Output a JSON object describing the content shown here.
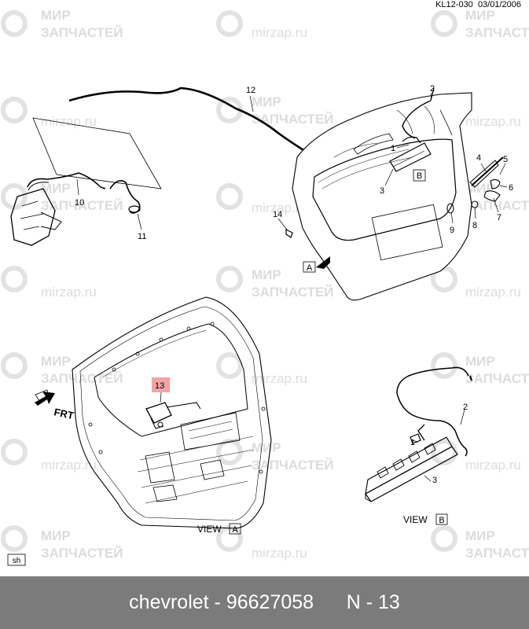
{
  "header": {
    "ref_code": "KL12-030",
    "date": "03/01/2006"
  },
  "watermark": {
    "brand_line1": "МИР",
    "brand_line2": "ЗАПЧАСТЕЙ",
    "site": "mirzap.ru"
  },
  "callouts": {
    "c1_top": "1",
    "c2_top": "2",
    "c3_top": "3",
    "c4": "4",
    "c5": "5",
    "c6": "6",
    "c7": "7",
    "c8": "8",
    "c9": "9",
    "c10": "10",
    "c11": "11",
    "c12": "12",
    "c13": "13",
    "c14": "14",
    "c1_b": "1",
    "c2_b": "2",
    "c3_b": "3"
  },
  "view_markers": {
    "a": "A",
    "b": "B"
  },
  "views": {
    "view_a_label": "VIEW",
    "view_a_letter": "A",
    "view_b_label": "VIEW",
    "view_b_letter": "B"
  },
  "frt": "FRT",
  "sh_label": "sh",
  "footer": {
    "text": "chevrolet - 96627058      N - 13"
  },
  "colors": {
    "footer_bg": "#7b7b7b",
    "highlight_box": "#f2a3a3",
    "watermark": "#d9d9d9",
    "line": "#000000"
  }
}
